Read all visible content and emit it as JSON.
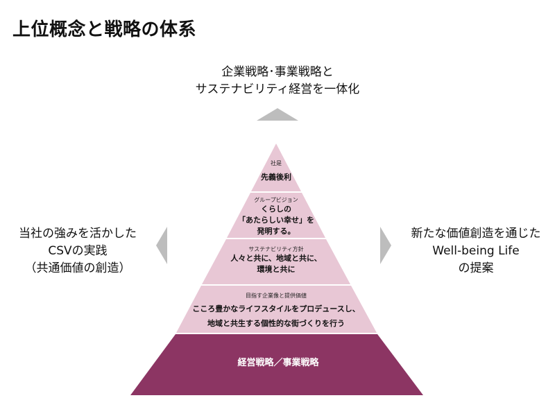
{
  "title": "上位概念と戦略の体系",
  "top_caption": {
    "line1": "企業戦略･事業戦略と",
    "line2": "サステナビリティ経営を一体化"
  },
  "left_caption": {
    "line1": "当社の強みを活かした",
    "line2": "CSVの実践",
    "line3": "（共通価値の創造）"
  },
  "right_caption": {
    "line1": "新たな価値創造を通じた",
    "line2": "Well-being Life",
    "line3": "の提案"
  },
  "pyramid": {
    "tier1": {
      "label": "社是",
      "main": "先義後利"
    },
    "tier2": {
      "label": "グループビジョン",
      "main1": "くらしの",
      "main2": "「あたらしい幸せ」を",
      "main3": "発明する。"
    },
    "tier3": {
      "label": "サステナビリティ方針",
      "main1": "人々と共に、地域と共に、",
      "main2": "環境と共に"
    },
    "tier4": {
      "label": "目指す企業像と提供価値",
      "main1": "こころ豊かなライフスタイルをプロデュースし、",
      "main2": "地域と共生する個性的な街づくりを行う"
    },
    "base": {
      "main": "経営戦略／事業戦略"
    }
  },
  "colors": {
    "pink": "#E8C7D5",
    "base": "#8C3563",
    "arrow": "#BDBDBD"
  },
  "icons": {
    "up": "triangle-up-icon",
    "left": "chevron-left-icon",
    "right": "chevron-right-icon"
  }
}
